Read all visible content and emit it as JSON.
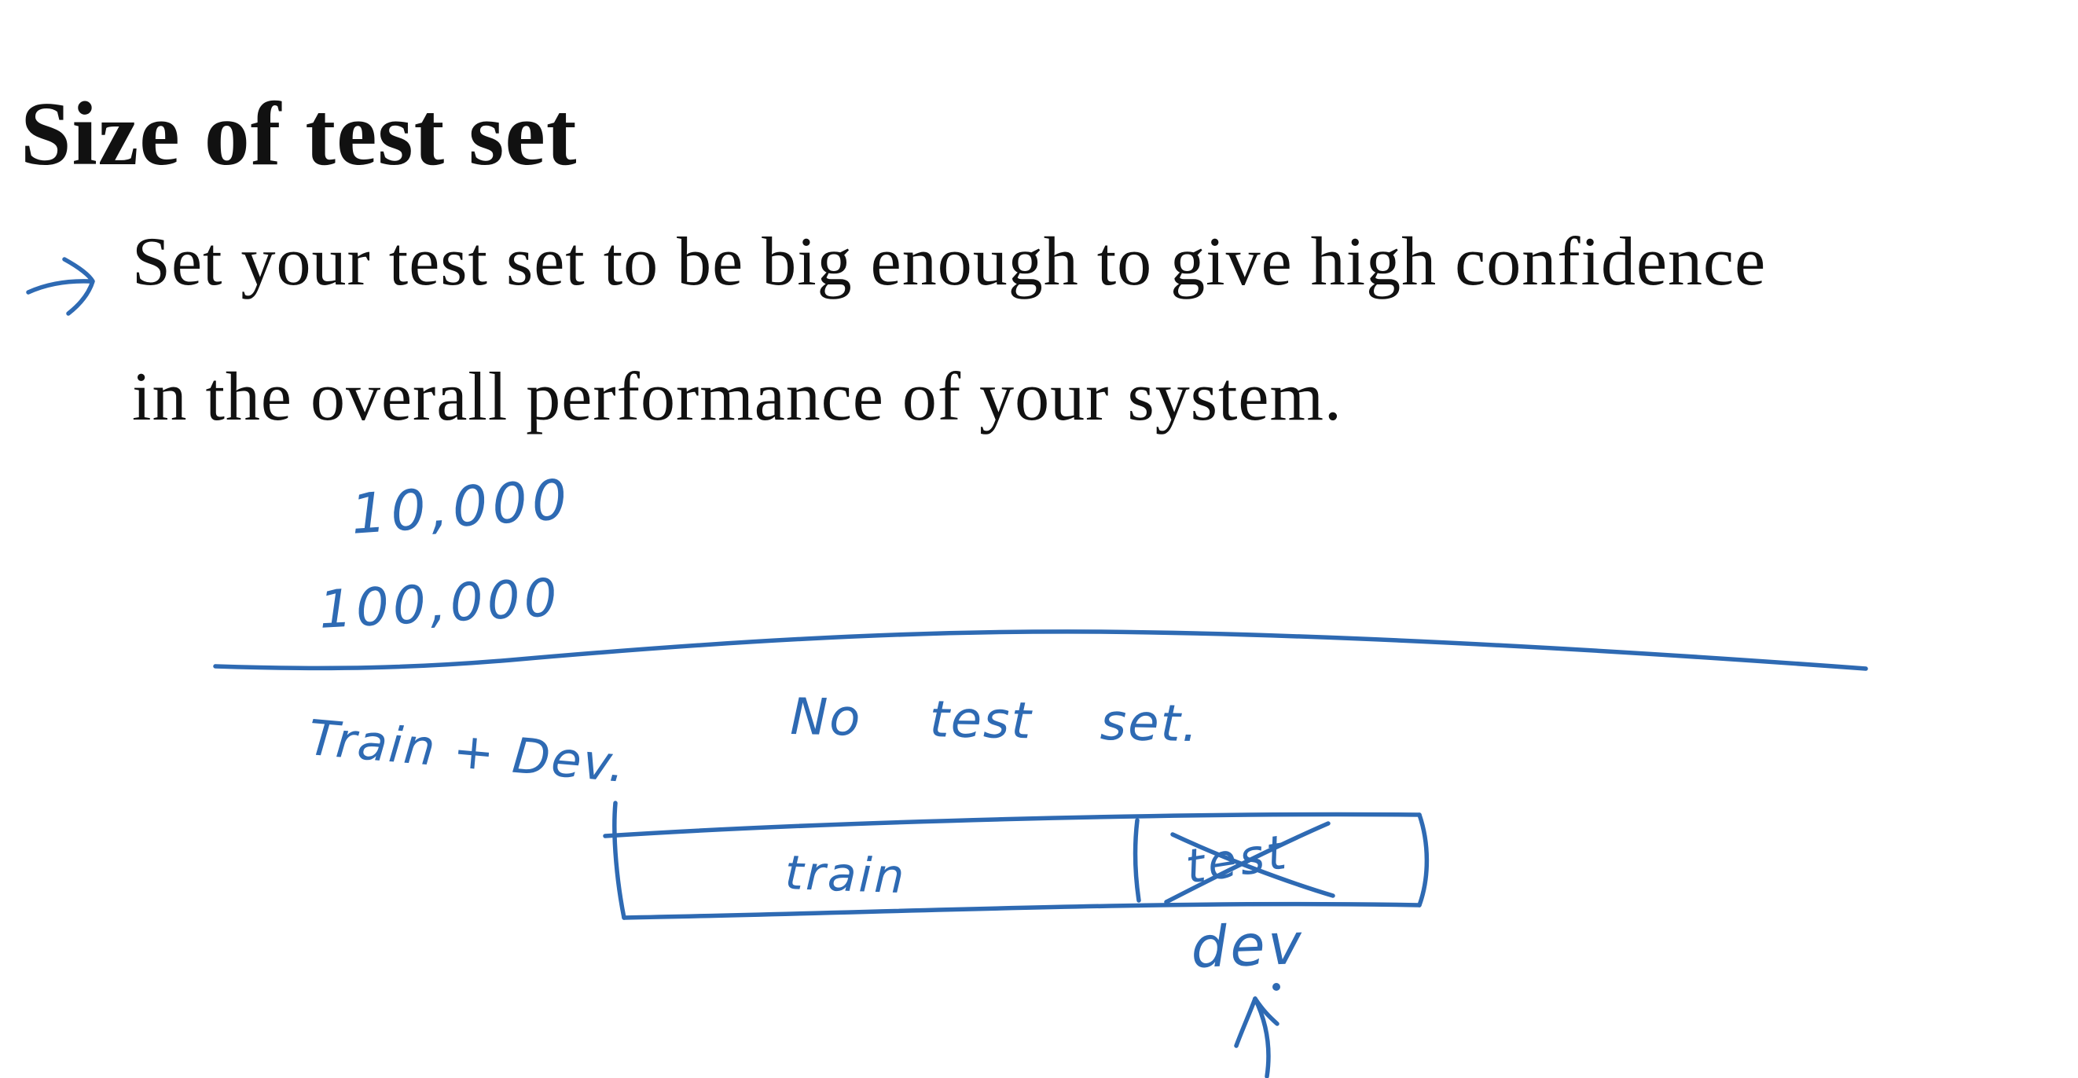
{
  "slide": {
    "title": "Size of test set",
    "bullet": {
      "line1": "Set your test set to be big enough to give high confidence",
      "line2": "in the overall performance of your system."
    },
    "handwriting": {
      "test_size_option_1": "10,000",
      "test_size_option_2": "100,000",
      "left_region_label": "Train + Dev.",
      "right_region_label": "No test set.",
      "train_box_label": "train",
      "test_box_label": "test",
      "dev_label": "dev"
    },
    "colors": {
      "ink_blue": "#2e6ab3",
      "text_black": "#111111",
      "background": "#ffffff"
    }
  }
}
